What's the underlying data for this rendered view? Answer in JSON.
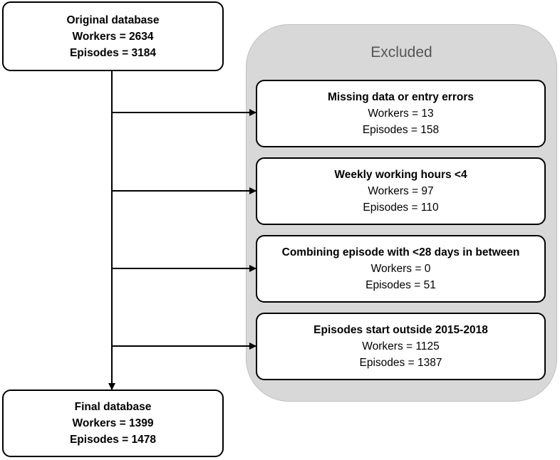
{
  "original": {
    "title": "Original database",
    "workers": "Workers = 2634",
    "episodes": "Episodes = 3184"
  },
  "excluded": {
    "title": "Excluded",
    "items": [
      {
        "title": "Missing data or entry errors",
        "workers": "Workers = 13",
        "episodes": "Episodes = 158"
      },
      {
        "title": "Weekly working hours <4",
        "workers": "Workers = 97",
        "episodes": "Episodes = 110"
      },
      {
        "title": "Combining episode with <28 days in between",
        "workers": "Workers = 0",
        "episodes": "Episodes = 51"
      },
      {
        "title": "Episodes start outside 2015-2018",
        "workers": "Workers = 1125",
        "episodes": "Episodes = 1387"
      }
    ]
  },
  "final": {
    "title": "Final database",
    "workers": "Workers = 1399",
    "episodes": "Episodes = 1478"
  },
  "colors": {
    "excluded_region": "#d8d8d8",
    "excluded_title": "#555555",
    "border": "#000000"
  }
}
